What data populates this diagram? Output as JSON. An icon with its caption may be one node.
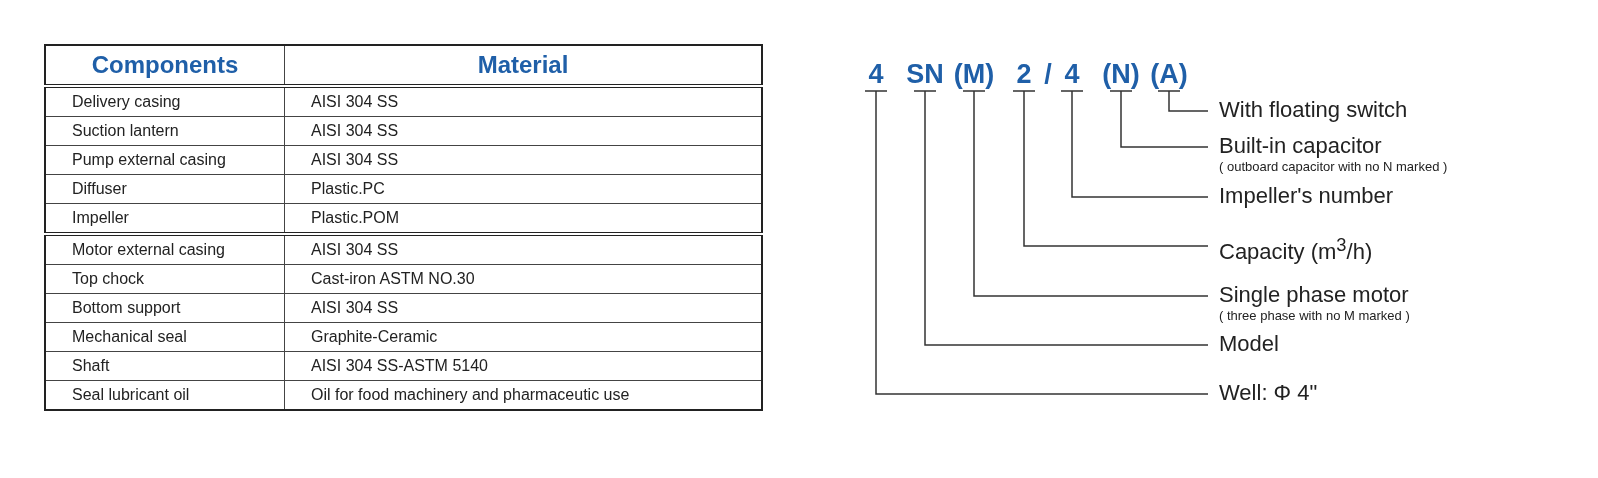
{
  "diagram": {
    "nodes": [
      {
        "text": [
          "4"
        ]
      },
      {
        "text": [
          "SN"
        ]
      },
      {
        "text": [
          "(M)"
        ]
      },
      {
        "text": [
          "2"
        ]
      },
      {
        "text": [
          "4"
        ]
      },
      {
        "text": [
          "(N)"
        ]
      },
      {
        "text": [
          "(A)"
        ]
      },
      {
        "text": [
          "With floating switch"
        ]
      },
      {
        "text": [
          "Built-in capacitor",
          "( outboard capacitor with no N marked )"
        ]
      },
      {
        "text": [
          "Impeller's number"
        ]
      },
      {
        "text": [
          "Capacity (m$^{3}$/h)"
        ]
      },
      {
        "text": [
          "Single phase motor",
          "( three phase with no M marked )"
        ]
      },
      {
        "text": [
          "Model"
        ]
      },
      {
        "text": [
          "Well: Φ 4\""
        ]
      }
    ],
    "edges": [
      {
        "from": 6,
        "to": 7,
        "arrow": "none"
      },
      {
        "from": 5,
        "to": 8,
        "arrow": "none"
      },
      {
        "from": 4,
        "to": 9,
        "arrow": "none"
      },
      {
        "from": 3,
        "to": 10,
        "arrow": "none"
      },
      {
        "from": 2,
        "to": 11,
        "arrow": "none"
      },
      {
        "from": 1,
        "to": 12,
        "arrow": "none"
      },
      {
        "from": 0,
        "to": 13,
        "arrow": "none"
      }
    ],
    "labels": [
      "Components",
      "Material",
      "/",
      "Delivery casing",
      "AISI 304 SS",
      "Suction lantern",
      "AISI 304 SS",
      "Pump external casing",
      "AISI 304 SS",
      "Diffuser",
      "Plastic.PC",
      "Impeller",
      "Plastic.POM",
      "Motor external casing",
      "AISI 304 SS",
      "Top chock",
      "Cast-iron ASTM NO.30",
      "Bottom support",
      "AISI 304 SS",
      "Mechanical seal",
      "Graphite-Ceramic",
      "Shaft",
      "AISI 304 SS-ASTM 5140",
      "Seal lubricant oil",
      "Oil for food machinery and pharmaceutic use"
    ]
  }
}
